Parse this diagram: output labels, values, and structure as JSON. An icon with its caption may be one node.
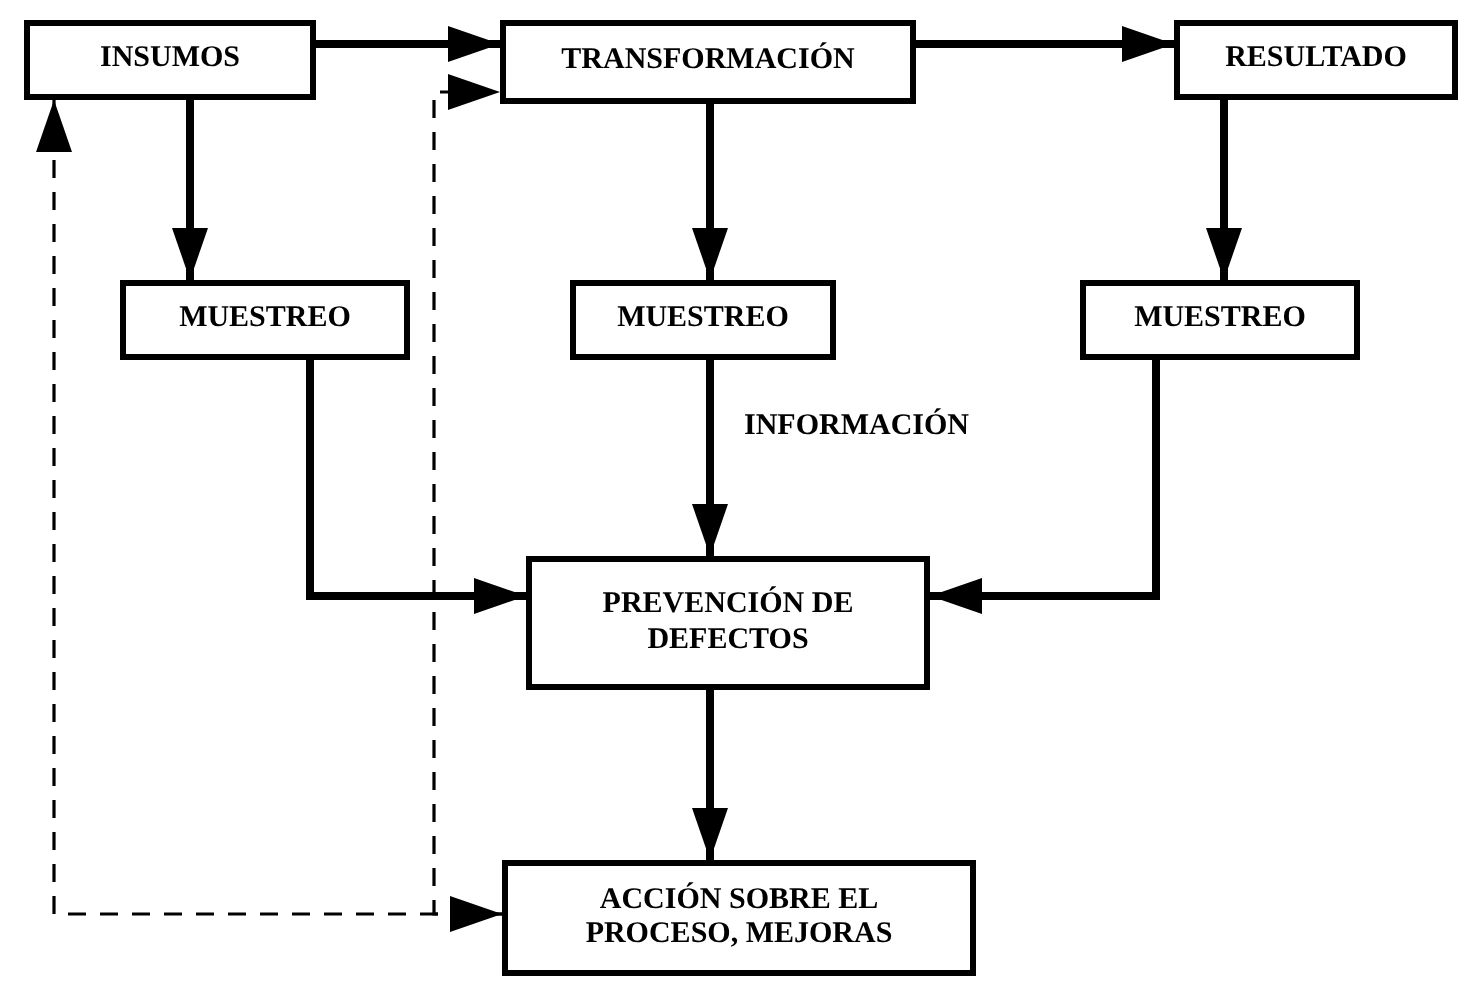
{
  "diagram": {
    "nodes": [
      {
        "text": [
          "INSUMOS"
        ]
      },
      {
        "text": [
          "TRANSFORMACIÓN"
        ]
      },
      {
        "text": [
          "RESULTADO"
        ]
      },
      {
        "text": [
          "MUESTREO"
        ]
      },
      {
        "text": [
          "MUESTREO"
        ]
      },
      {
        "text": [
          "MUESTREO"
        ]
      },
      {
        "text": [
          "PREVENCIÓN DE DEFECTOS"
        ]
      },
      {
        "text": [
          "ACCIÓN SOBRE EL PROCESO, MEJORAS"
        ]
      }
    ],
    "edges": [
      {
        "from": 0,
        "to": 1,
        "arrow": "to"
      },
      {
        "from": 1,
        "to": 2,
        "arrow": "to"
      },
      {
        "from": 0,
        "to": 3,
        "arrow": "to"
      },
      {
        "from": 1,
        "to": 4,
        "arrow": "to"
      },
      {
        "from": 2,
        "to": 5,
        "arrow": "to"
      },
      {
        "from": 3,
        "to": 6,
        "arrow": "to"
      },
      {
        "from": 4,
        "to": 6,
        "arrow": "to",
        "label": "INFORMACIÓN"
      },
      {
        "from": 5,
        "to": 6,
        "arrow": "to"
      },
      {
        "from": 6,
        "to": 7,
        "arrow": "to"
      },
      {
        "from": 7,
        "to": 0,
        "arrow": "both",
        "style": "dashed"
      },
      {
        "from": 7,
        "to": 1,
        "arrow": "to",
        "style": "dashed"
      }
    ]
  }
}
